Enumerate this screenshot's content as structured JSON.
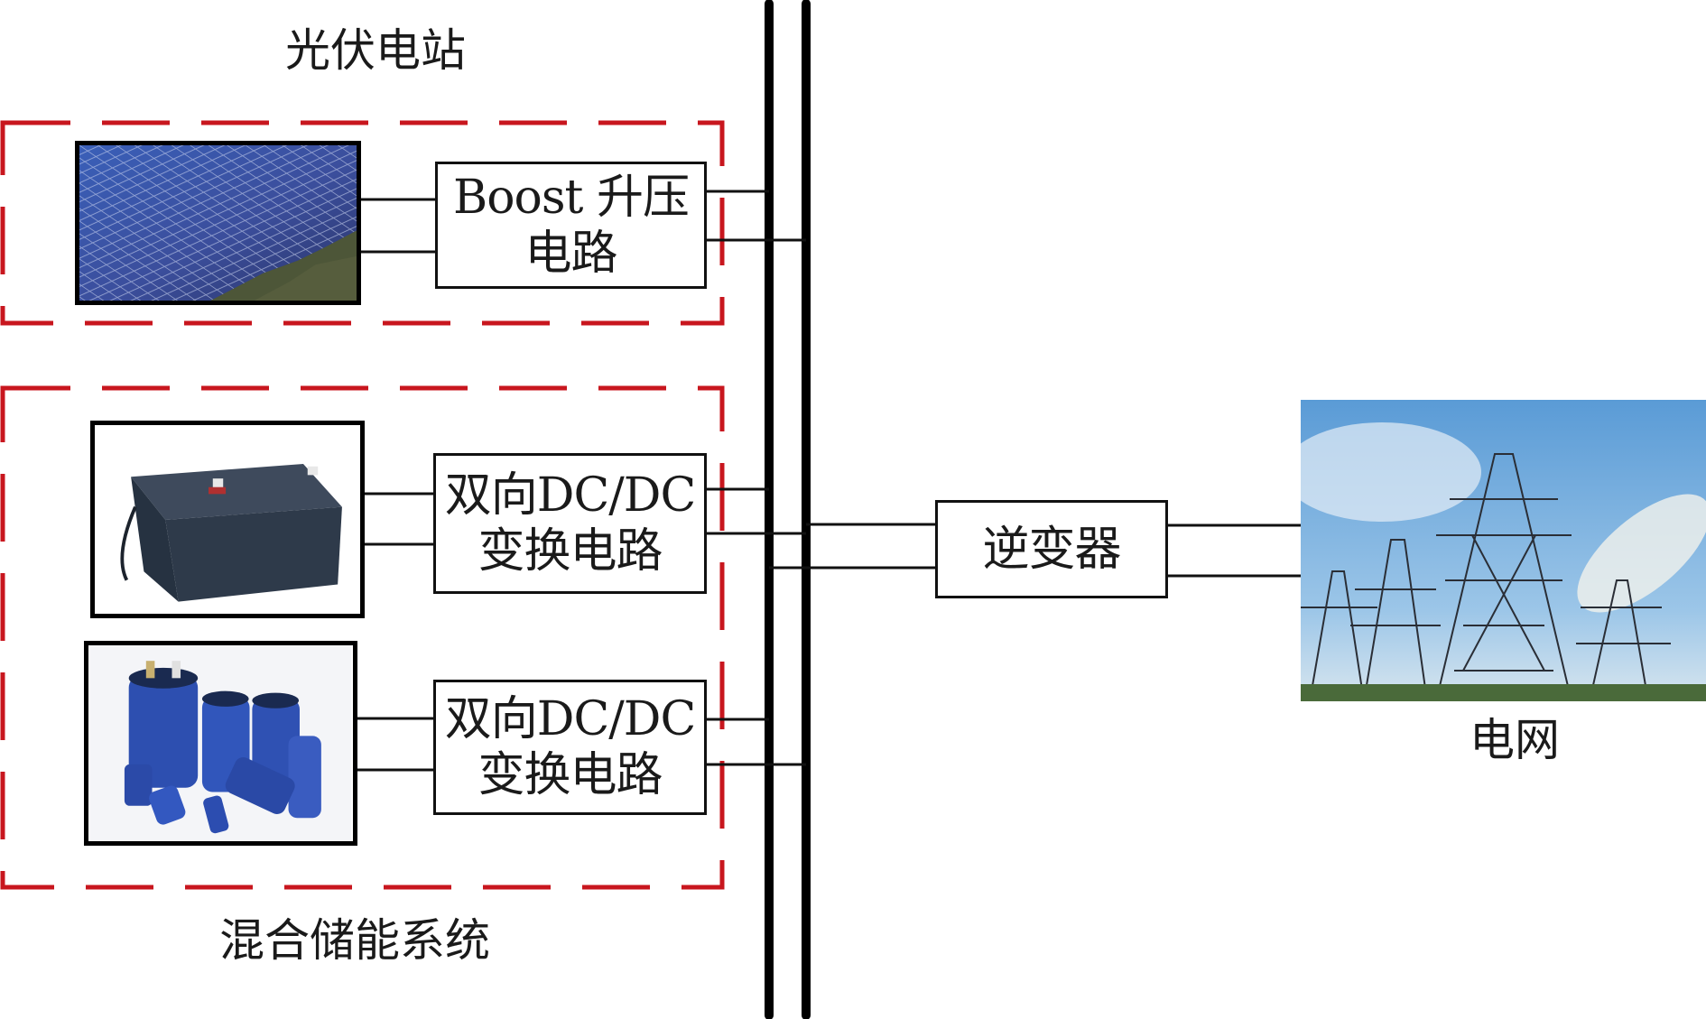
{
  "title_pv": "光伏电站",
  "title_hess": "混合储能系统",
  "pv": {
    "image": "solar-panel-array-photo",
    "converter_line1": "Boost 升压",
    "converter_line2": "电路"
  },
  "battery": {
    "image": "battery-photo",
    "converter_line1": "双向DC/DC",
    "converter_line2": "变换电路"
  },
  "supercap": {
    "image": "supercapacitor-photo",
    "converter_line1": "双向DC/DC",
    "converter_line2": "变换电路"
  },
  "inverter": {
    "label": "逆变器"
  },
  "grid": {
    "image": "power-transmission-tower-photo",
    "label": "电网"
  },
  "colors": {
    "dashed_boundary": "#c8161e",
    "wire": "#111111",
    "bus": "#000000"
  }
}
